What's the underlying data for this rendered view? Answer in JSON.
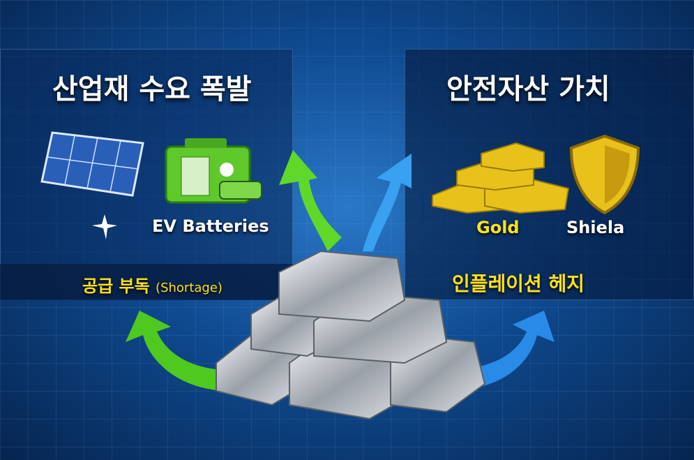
{
  "left": {
    "title": "산업재 수요 폭발",
    "ev_label": "EV Batteries",
    "shortage_main": "공급 부독",
    "shortage_sub": "(Shortage)"
  },
  "right": {
    "title": "안전자산 가치",
    "gold_label": "Gold",
    "shield_label": "Shiela",
    "hedge_label": "인플레이션 헤지"
  },
  "colors": {
    "green_arrow": "#5fd82a",
    "blue_arrow": "#3aa0f0",
    "yellow_text": "#ffe21a",
    "gold": "#e8c21a",
    "silver": "#c8ccd2"
  }
}
